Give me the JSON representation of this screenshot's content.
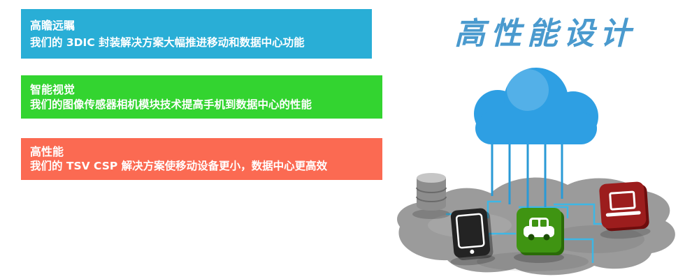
{
  "banners": [
    {
      "title": "高瞻远瞩",
      "description": "我们的 3DIC 封装解决方案大幅推进移动和数据中心功能",
      "color": "#29aed6"
    },
    {
      "title": "智能视觉",
      "description": "我们的图像传感器相机模块技术提高手机到数据中心的性能",
      "color": "#33d430"
    },
    {
      "title": "高性能",
      "description": "我们的 TSV CSP 解决方案使移动设备更小，数据中心更高效",
      "color": "#fb6a52"
    }
  ],
  "headline": {
    "text": "高性能设计",
    "color": "#4a9ace"
  },
  "illustration": {
    "cloud_color": "#2e9fe3",
    "connector_color": "#2a9ad6",
    "circuit_color": "#39b9ea",
    "platform_color": "#9b9b9b",
    "devices": [
      {
        "icon": "database-icon",
        "tile_color": "#8d8d8d"
      },
      {
        "icon": "tablet-icon",
        "tile_color": "#161616"
      },
      {
        "icon": "car-icon",
        "tile_color": "#3f9412"
      },
      {
        "icon": "laptop-icon",
        "tile_color": "#9c1d1d"
      }
    ]
  }
}
